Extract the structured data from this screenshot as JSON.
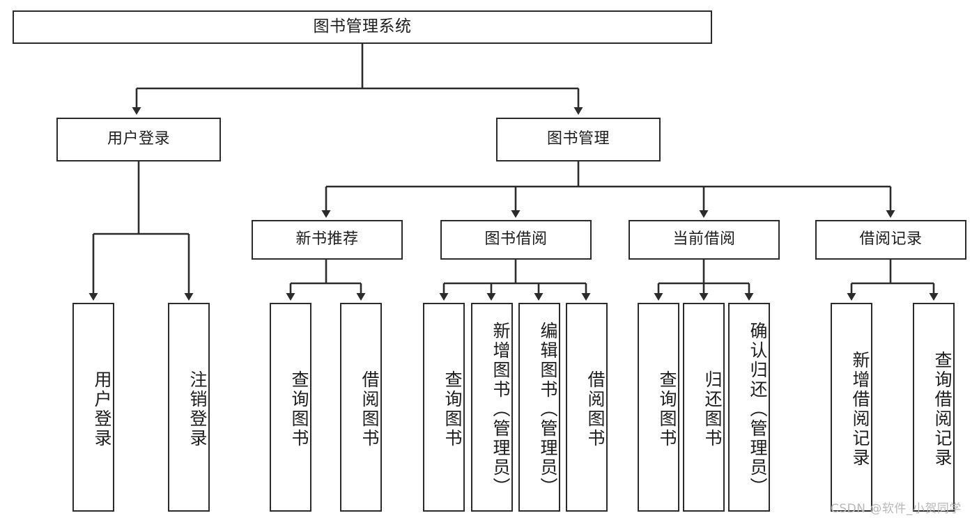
{
  "diagram": {
    "title": "图书管理系统",
    "type": "tree-hierarchy-diagram",
    "watermark": "CSDN @软件_小贺同学",
    "colors": {
      "stroke": "#2b2b2b",
      "fill": "#ffffff",
      "text": "#1d1d1d",
      "watermark": "#b9b9b9"
    },
    "nodes": {
      "root": {
        "label": "图书管理系统",
        "level": 1,
        "orientation": "horizontal"
      },
      "level2": [
        {
          "id": "user-login",
          "label": "用户登录",
          "orientation": "horizontal"
        },
        {
          "id": "book-manage",
          "label": "图书管理",
          "orientation": "horizontal"
        }
      ],
      "level3": [
        {
          "id": "new-book-recommend",
          "label": "新书推荐",
          "orientation": "horizontal"
        },
        {
          "id": "book-borrow",
          "label": "图书借阅",
          "orientation": "horizontal"
        },
        {
          "id": "current-borrow",
          "label": "当前借阅",
          "orientation": "horizontal"
        },
        {
          "id": "borrow-record",
          "label": "借阅记录",
          "orientation": "horizontal"
        }
      ],
      "leaves": [
        {
          "id": "leaf-user-login",
          "label": "用户登录",
          "parent": "user-login",
          "orientation": "vertical"
        },
        {
          "id": "leaf-user-logout",
          "label": "注销登录",
          "parent": "user-login",
          "orientation": "vertical"
        },
        {
          "id": "leaf-query-book-1",
          "label": "查询图书",
          "parent": "new-book-recommend",
          "orientation": "vertical"
        },
        {
          "id": "leaf-borrow-book-1",
          "label": "借阅图书",
          "parent": "new-book-recommend",
          "orientation": "vertical"
        },
        {
          "id": "leaf-query-book-2",
          "label": "查询图书",
          "parent": "book-borrow",
          "orientation": "vertical"
        },
        {
          "id": "leaf-add-book",
          "label": "新增图书（管理员）",
          "parent": "book-borrow",
          "orientation": "vertical"
        },
        {
          "id": "leaf-edit-book",
          "label": "编辑图书（管理员）",
          "parent": "book-borrow",
          "orientation": "vertical"
        },
        {
          "id": "leaf-borrow-book-2",
          "label": "借阅图书",
          "parent": "book-borrow",
          "orientation": "vertical"
        },
        {
          "id": "leaf-query-book-3",
          "label": "查询图书",
          "parent": "current-borrow",
          "orientation": "vertical"
        },
        {
          "id": "leaf-return-book",
          "label": "归还图书",
          "parent": "current-borrow",
          "orientation": "vertical"
        },
        {
          "id": "leaf-confirm-return",
          "label": "确认归还（管理员）",
          "parent": "current-borrow",
          "orientation": "vertical"
        },
        {
          "id": "leaf-add-record",
          "label": "新增借阅记录",
          "parent": "borrow-record",
          "orientation": "vertical"
        },
        {
          "id": "leaf-query-record",
          "label": "查询借阅记录",
          "parent": "borrow-record",
          "orientation": "vertical"
        }
      ]
    }
  }
}
